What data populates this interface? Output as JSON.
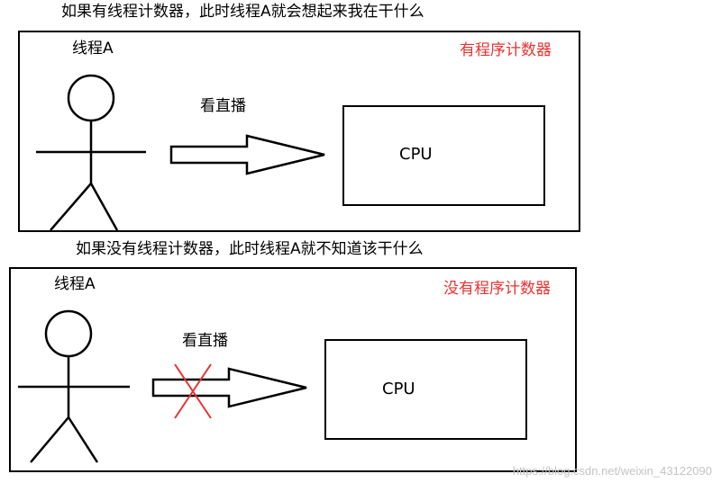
{
  "colors": {
    "line": "#000000",
    "accent_red": "#e8322f",
    "watermark": "#c4c4c4"
  },
  "top": {
    "caption": "如果有线程计数器，此时线程A就会想起来我在干什么",
    "thread_label": "线程A",
    "corner_label": "有程序计数器",
    "action_label": "看直播",
    "cpu_label": "CPU"
  },
  "bottom": {
    "caption": "如果没有线程计数器，此时线程A就不知道该干什么",
    "thread_label": "线程A",
    "corner_label": "没有程序计数器",
    "action_label": "看直播",
    "cpu_label": "CPU",
    "blocked": true
  },
  "watermark": "https://blog.csdn.net/weixin_43122090"
}
